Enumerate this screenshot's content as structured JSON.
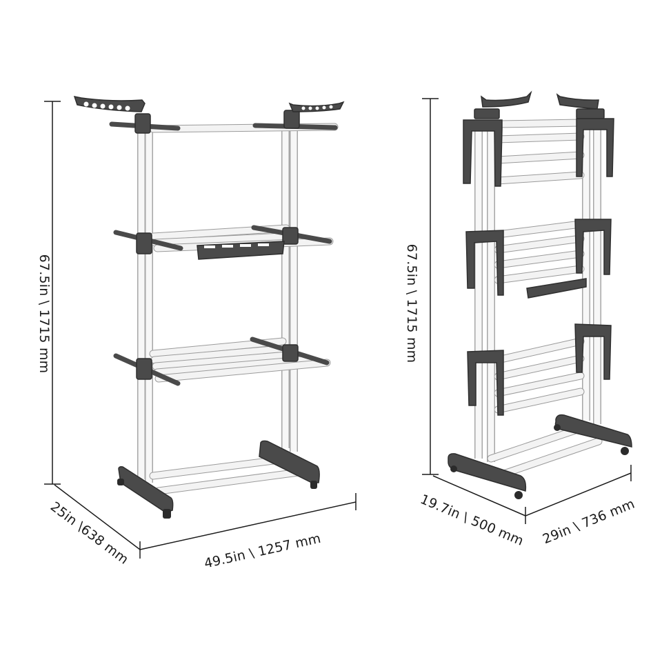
{
  "diagram": {
    "front_view": {
      "height_label": "67.5in \\ 1715 mm",
      "depth_label": "25in \\638 mm",
      "width_label": "49.5in \\ 1257 mm"
    },
    "side_view": {
      "height_label": "67.5in \\ 1715 mm",
      "depth_label": "19.7in \\ 500 mm",
      "width_label": "29in \\ 736 mm"
    },
    "colors": {
      "frame_plastic": "#4a4a4a",
      "rods": "#f3f3f3",
      "dimension_lines": "#1a1a1a",
      "background": "#ffffff"
    }
  }
}
